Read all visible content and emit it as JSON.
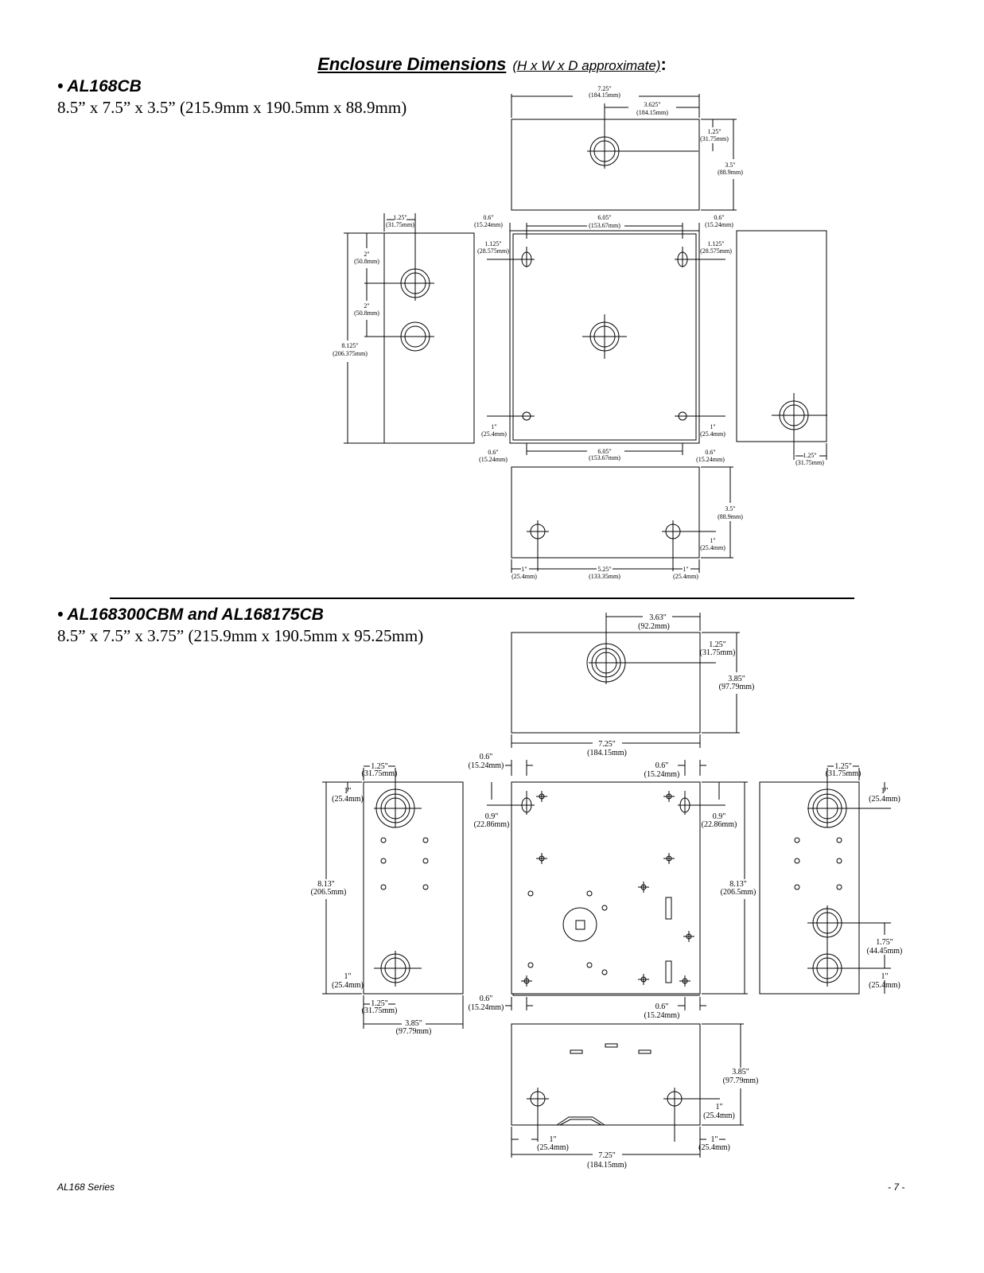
{
  "page": {
    "title": "Enclosure Dimensions",
    "title_note": "(H x W x D approximate)",
    "title_colon": ":",
    "footer_left": "AL168 Series",
    "footer_right": "- 7 -"
  },
  "sections": [
    {
      "model": "• AL168CB",
      "dimensions": "8.5” x 7.5” x 3.5” (215.9mm x 190.5mm x 88.9mm)"
    },
    {
      "model": "• AL168300CBM and AL168175CB",
      "dimensions": "8.5” x 7.5” x 3.75” (215.9mm x 190.5mm x 95.25mm)"
    }
  ]
}
